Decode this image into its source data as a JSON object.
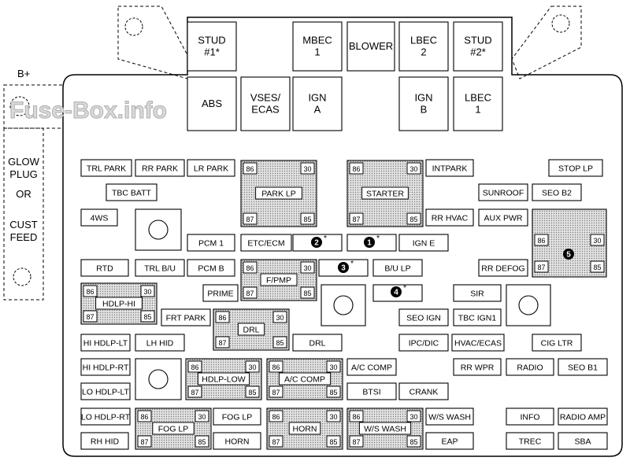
{
  "watermark": "Fuse-Box.info",
  "side_label": "B+",
  "side_panel": [
    "GLOW",
    "PLUG",
    "OR",
    "CUST",
    "FEED"
  ],
  "top_fuses": [
    [
      "STUD",
      "#1*"
    ],
    [
      "MBEC",
      "1"
    ],
    [
      "BLOWER"
    ],
    [
      "LBEC",
      "2"
    ],
    [
      "STUD",
      "#2*"
    ],
    [
      "ABS"
    ],
    [
      "VSES/",
      "ECAS"
    ],
    [
      "IGN",
      "A"
    ],
    [
      "IGN",
      "B"
    ],
    [
      "LBEC",
      "1"
    ]
  ],
  "fuses": [
    "TRL PARK",
    "RR PARK",
    "LR PARK",
    "TBC BATT",
    "4WS",
    "PCM 1",
    "ETC/ECM",
    "RTD",
    "TRL B/U",
    "PCM B",
    "PRIME",
    "FRT PARK",
    "HI HDLP-LT",
    "LH HID",
    "HI HDLP-RT",
    "LO HDLP-LT",
    "LO HDLP-RT",
    "RH HID",
    "FOG LP",
    "HORN",
    "DRL",
    "A/C COMP",
    "BTSI",
    "CRANK",
    "W/S WASH",
    "EAP",
    "INTPARK",
    "IGN E",
    "B/U LP",
    "RR HVAC",
    "SEO IGN",
    "IPC/DIC",
    "STOP LP",
    "SUNROOF",
    "SEO B2",
    "AUX PWR",
    "RR DEFOG",
    "SIR",
    "TBC IGN1",
    "HVAC/ECAS",
    "CIG LTR",
    "RR WPR",
    "RADIO",
    "SEO B1",
    "INFO",
    "RADIO AMP",
    "TREC",
    "SBA"
  ],
  "relays": [
    "PARK LP",
    "STARTER",
    "F/PMP",
    "HDLP-HI",
    "DRL",
    "HDLP-LOW",
    "A/C COMP",
    "FOG LP",
    "HORN",
    "W/S WASH"
  ],
  "relay_pins": [
    "86",
    "30",
    "87",
    "85"
  ],
  "markers": [
    "2",
    "1",
    "3",
    "4",
    "5"
  ],
  "star": "*"
}
